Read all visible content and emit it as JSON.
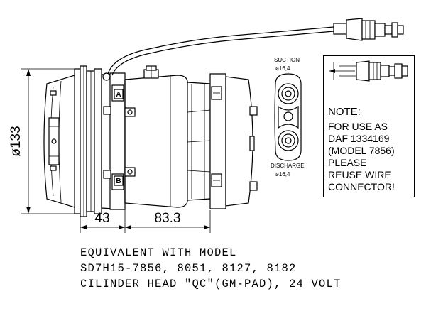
{
  "dimensions": {
    "diameter": "ø133",
    "clutch_length": "43",
    "body_length": "83.3"
  },
  "ports": {
    "suction_label": "SUCTION",
    "suction_size": "ø16,4",
    "discharge_label": "DISCHARGE",
    "discharge_size": "ø16,4"
  },
  "head_letters": [
    "A",
    "B"
  ],
  "note": {
    "title": "NOTE:",
    "lines": [
      "FOR USE AS",
      "DAF 1334169",
      "(MODEL 7856)",
      "PLEASE",
      "REUSE WIRE",
      "CONNECTOR!"
    ]
  },
  "caption": {
    "line1": "EQUIVALENT WITH MODEL",
    "line2": "SD7H15-7856, 8051, 8127, 8182",
    "line3": "CILINDER HEAD \"QC\"(GM-PAD), 24 VOLT"
  }
}
